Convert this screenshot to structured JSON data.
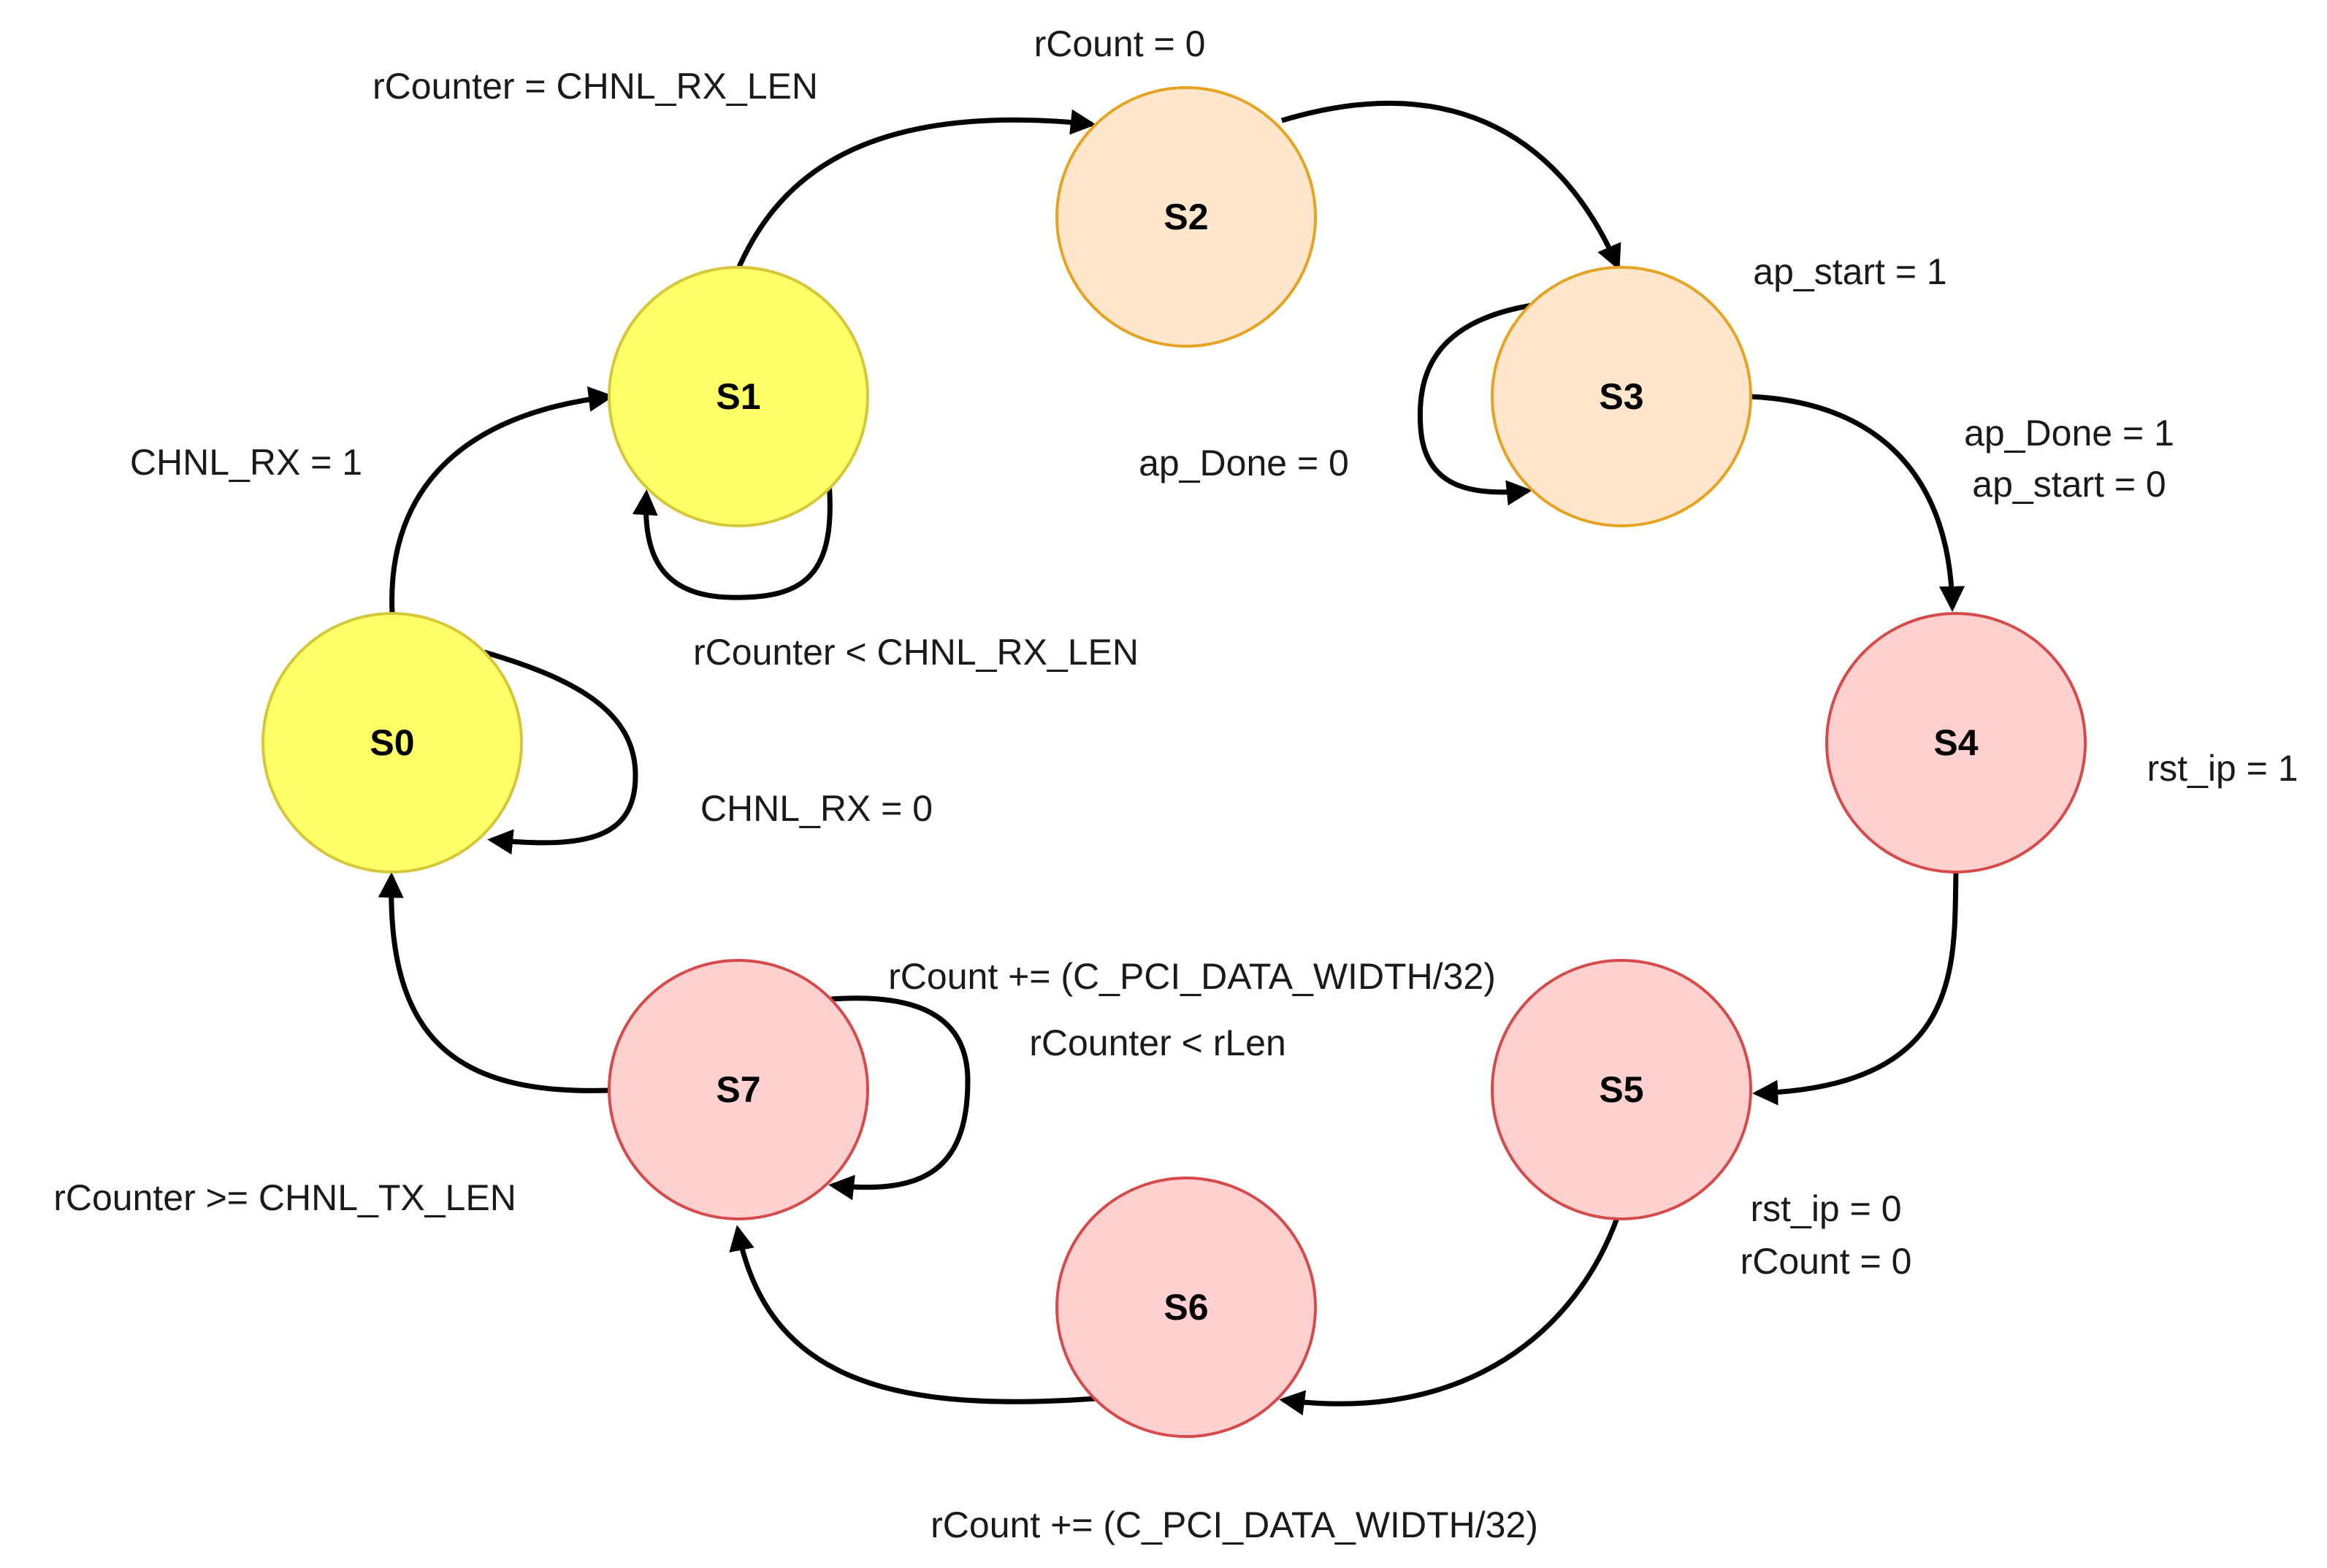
{
  "colors": {
    "yellow_fill": "#FFFF66",
    "yellow_stroke": "#D6C63A",
    "orange_fill": "#FFE6CC",
    "orange_stroke": "#E5A321",
    "red_fill": "#FFD0D0",
    "red_stroke": "#D64A4A",
    "edge": "#000000"
  },
  "states": {
    "s0": "S0",
    "s1": "S1",
    "s2": "S2",
    "s3": "S3",
    "s4": "S4",
    "s5": "S5",
    "s6": "S6",
    "s7": "S7"
  },
  "labels": {
    "s0_self": "CHNL_RX  = 0",
    "s0_s1": "CHNL_RX  = 1",
    "s1_self": "rCounter < CHNL_RX_LEN",
    "s1_s2": "rCounter = CHNL_RX_LEN",
    "s2_s3": "rCount = 0",
    "s3_self": "ap_Done = 0",
    "s3_start": "ap_start = 1",
    "s3_s4_line1": "ap_Done = 1",
    "s3_s4_line2": "ap_start = 0",
    "s4_s5": "rst_ip = 1",
    "s5_s6_line1": "rst_ip = 0",
    "s5_s6_line2": "rCount = 0",
    "s6_s7": "rCount += (C_PCI_DATA_WIDTH/32)",
    "s7_self_line1": "rCount += (C_PCI_DATA_WIDTH/32)",
    "s7_self_line2": "rCounter < rLen",
    "s7_s0": "rCounter >= CHNL_TX_LEN"
  }
}
